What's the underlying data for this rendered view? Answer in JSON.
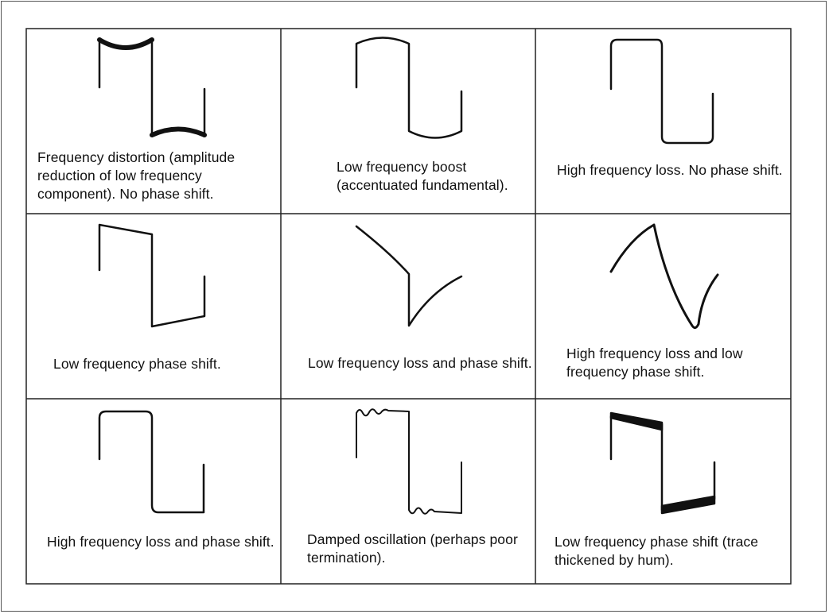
{
  "figure": {
    "cells": [
      {
        "id": "r1c1",
        "caption": "Frequency distortion (amplitude reduction of low frequency component).  No phase shift."
      },
      {
        "id": "r1c2",
        "caption": "Low frequency boost (accentuated fundamental)."
      },
      {
        "id": "r1c3",
        "caption": "High frequency loss.  No phase shift."
      },
      {
        "id": "r2c1",
        "caption": "Low frequency phase shift."
      },
      {
        "id": "r2c2",
        "caption": "Low frequency loss and phase shift."
      },
      {
        "id": "r2c3",
        "caption": "High frequency loss and low frequency phase shift."
      },
      {
        "id": "r3c1",
        "caption": "High frequency loss and phase shift."
      },
      {
        "id": "r3c2",
        "caption": "Damped oscillation (perhaps poor termination)."
      },
      {
        "id": "r3c3",
        "caption": "Low frequency phase shift (trace thickened by hum)."
      }
    ],
    "line_color": "#111111",
    "border_color": "#555555"
  }
}
